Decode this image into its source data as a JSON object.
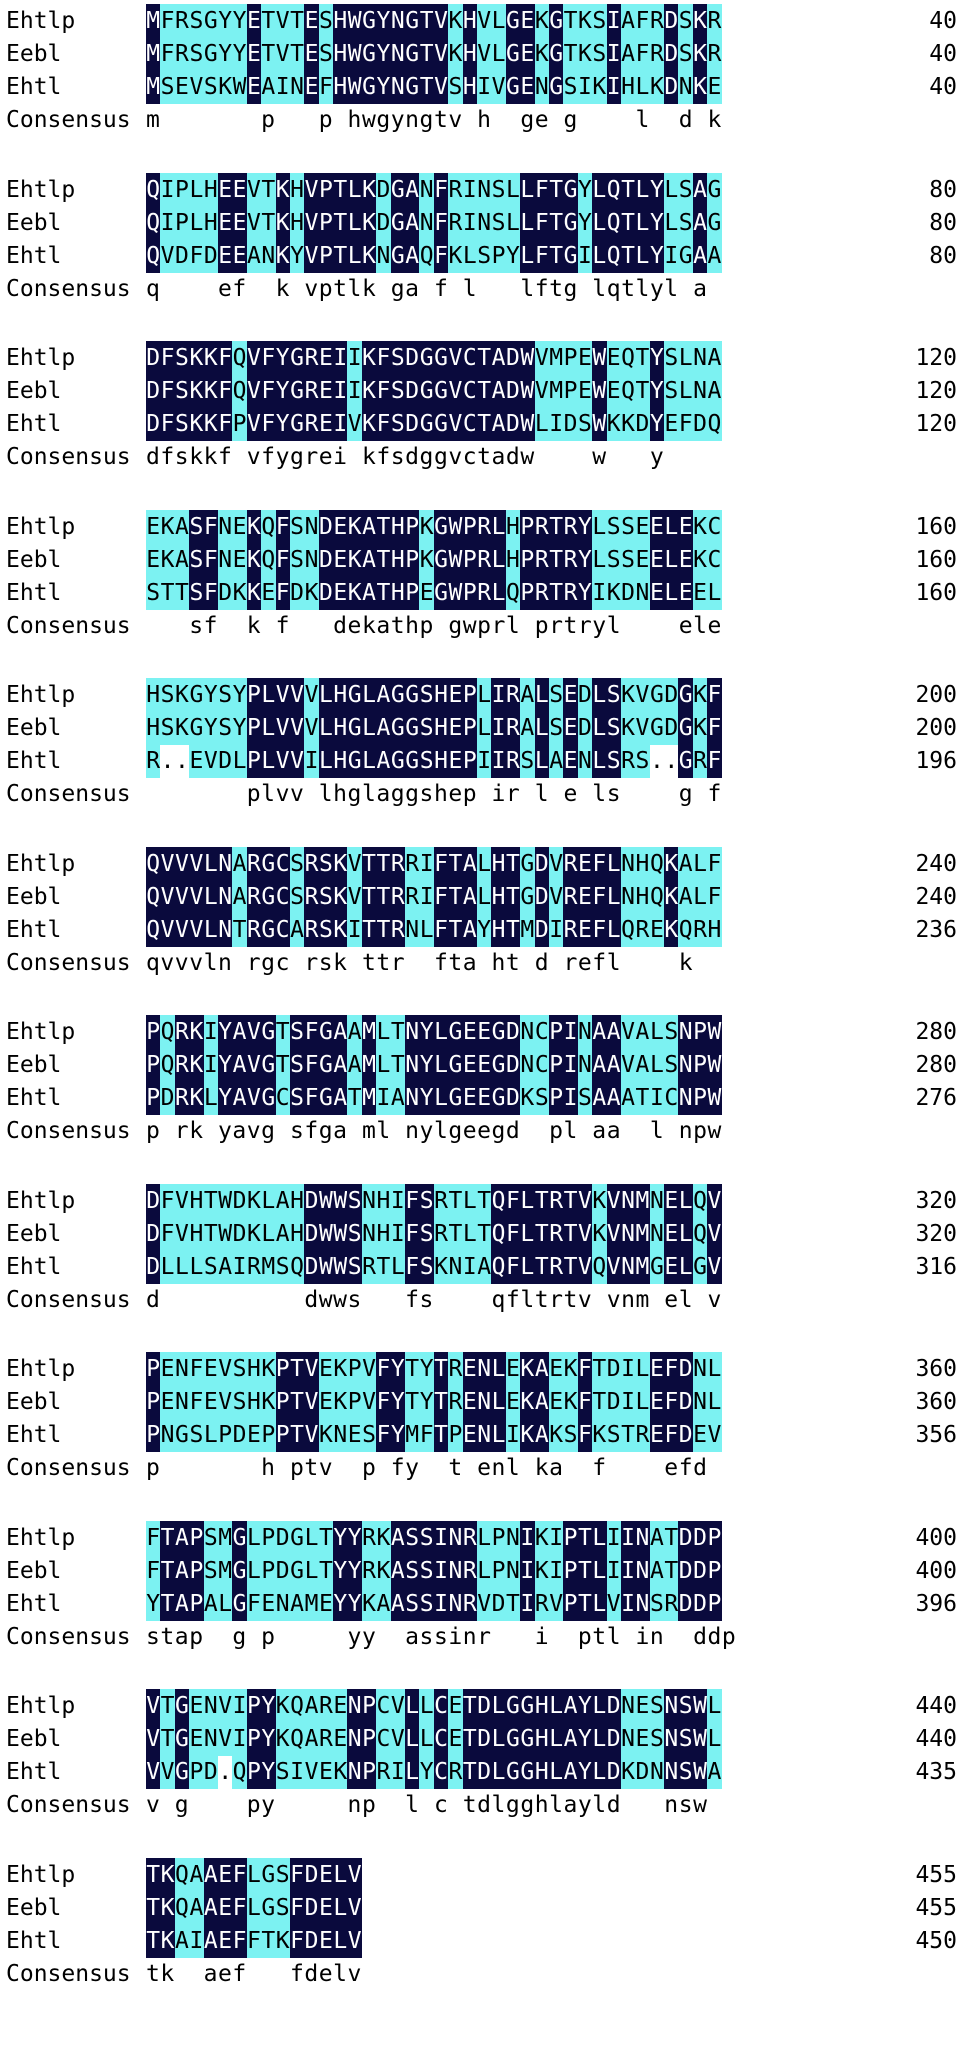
{
  "colors": {
    "identical": "#0a0a3d",
    "similar": "#7cf2f2",
    "background": "#ffffff"
  },
  "blocks": [
    {
      "rows": [
        {
          "name": "Ehtlp",
          "seq": "MFRSGYYETVTESHWGYNGTVKHVLGEKGTKSIAFRDSKR",
          "num": "40"
        },
        {
          "name": "Eebl",
          "seq": "MFRSGYYETVTESHWGYNGTVKHVLGEKGTKSIAFRDSKR",
          "num": "40"
        },
        {
          "name": "Ehtl",
          "seq": "MSEVSKWEAINEFHWGYNGTVSHIVGENGSIKIHLKDNKE",
          "num": "40"
        }
      ],
      "consensus": {
        "label": "Consensus",
        "seq": "m       p   p hwgyngtv h  ge g    l  d k "
      }
    },
    {
      "rows": [
        {
          "name": "Ehtlp",
          "seq": "QIPLHEEVTKHVPTLKDGANFRINSLLFTGYLQTLYLSAG",
          "num": "80"
        },
        {
          "name": "Eebl",
          "seq": "QIPLHEEVTKHVPTLKDGANFRINSLLFTGYLQTLYLSAG",
          "num": "80"
        },
        {
          "name": "Ehtl",
          "seq": "QVDFDEEANKYVPTLKNGAQFKLSPYLFTGILQTLYIGAA",
          "num": "80"
        }
      ],
      "consensus": {
        "label": "Consensus",
        "seq": "q    ef  k vptlk ga f l   lftg lqtlyl a "
      }
    },
    {
      "rows": [
        {
          "name": "Ehtlp",
          "seq": "DFSKKFQVFYGREIIKFSDGGVCTADWVMPEWEQTYSLNA",
          "num": "120"
        },
        {
          "name": "Eebl",
          "seq": "DFSKKFQVFYGREIIKFSDGGVCTADWVMPEWEQTYSLNA",
          "num": "120"
        },
        {
          "name": "Ehtl",
          "seq": "DFSKKFPVFYGREIVKFSDGGVCTADWLIDSWKKDYEFDQ",
          "num": "120"
        }
      ],
      "consensus": {
        "label": "Consensus",
        "seq": "dfskkf vfygrei kfsdggvctadw    w   y    "
      }
    },
    {
      "rows": [
        {
          "name": "Ehtlp",
          "seq": "EKASFNEKQFSNDEKATHPKGWPRLHPRTRYLSSEELEKC",
          "num": "160"
        },
        {
          "name": "Eebl",
          "seq": "EKASFNEKQFSNDEKATHPKGWPRLHPRTRYLSSEELEKC",
          "num": "160"
        },
        {
          "name": "Ehtl",
          "seq": "STTSFDKKEFDKDEKATHPEGWPRLQPRTRYIKDNELEEL",
          "num": "160"
        }
      ],
      "consensus": {
        "label": "Consensus",
        "seq": "   sf  k f   dekathp gwprl prtryl    ele  "
      }
    },
    {
      "rows": [
        {
          "name": "Ehtlp",
          "seq": "HSKGYSYPLVVVLHGLAGGSHEPLIRALSEDLSKVGDGKF",
          "num": "200"
        },
        {
          "name": "Eebl",
          "seq": "HSKGYSYPLVVVLHGLAGGSHEPLIRALSEDLSKVGDGKF",
          "num": "200"
        },
        {
          "name": "Ehtl",
          "seq": "R..EVDLPLVVILHGLAGGSHEPIIRSLAENLSRS..GRF",
          "num": "196"
        }
      ],
      "consensus": {
        "label": "Consensus",
        "seq": "       plvv lhglaggshep ir l e ls    g f"
      }
    },
    {
      "rows": [
        {
          "name": "Ehtlp",
          "seq": "QVVVLNARGCSRSKVTTRRIFTALHTGDVREFLNHQKALF",
          "num": "240"
        },
        {
          "name": "Eebl",
          "seq": "QVVVLNARGCSRSKVTTRRIFTALHTGDVREFLNHQKALF",
          "num": "240"
        },
        {
          "name": "Ehtl",
          "seq": "QVVVLNTRGCARSKITTRNLFTAYHTMDIREFLQREKQRH",
          "num": "236"
        }
      ],
      "consensus": {
        "label": "Consensus",
        "seq": "qvvvln rgc rsk ttr  fta ht d refl    k   "
      }
    },
    {
      "rows": [
        {
          "name": "Ehtlp",
          "seq": "PQRKIYAVGTSFGAAMLTNYLGEEGDNCPINAAVALSNPW",
          "num": "280"
        },
        {
          "name": "Eebl",
          "seq": "PQRKIYAVGTSFGAAMLTNYLGEEGDNCPINAAVALSNPW",
          "num": "280"
        },
        {
          "name": "Ehtl",
          "seq": "PDRKLYAVGCSFGATMIANYLGEEGDKSPISAAATICNPW",
          "num": "276"
        }
      ],
      "consensus": {
        "label": "Consensus",
        "seq": "p rk yavg sfga ml nylgeegd  pl aa  l npw"
      }
    },
    {
      "rows": [
        {
          "name": "Ehtlp",
          "seq": "DFVHTWDKLAHDWWSNHIFSRTLTQFLTRTVKVNMNELQV",
          "num": "320"
        },
        {
          "name": "Eebl",
          "seq": "DFVHTWDKLAHDWWSNHIFSRTLTQFLTRTVKVNMNELQV",
          "num": "320"
        },
        {
          "name": "Ehtl",
          "seq": "DLLLSAIRMSQDWWSRTLFSKNIAQFLTRTVQVNMGELGV",
          "num": "316"
        }
      ],
      "consensus": {
        "label": "Consensus",
        "seq": "d          dwws   fs    qfltrtv vnm el v"
      }
    },
    {
      "rows": [
        {
          "name": "Ehtlp",
          "seq": "PENFEVSHKPTVEKPVFYTYTRENLEKAEKFTDILEFDNL",
          "num": "360"
        },
        {
          "name": "Eebl",
          "seq": "PENFEVSHKPTVEKPVFYTYTRENLEKAEKFTDILEFDNL",
          "num": "360"
        },
        {
          "name": "Ehtl",
          "seq": "PNGSLPDEPPTVKNESFYMFTPENLIKAKSFKSTREFDEV",
          "num": "356"
        }
      ],
      "consensus": {
        "label": "Consensus",
        "seq": "p       h ptv  p fy  t enl ka  f    efd  "
      }
    },
    {
      "rows": [
        {
          "name": "Ehtlp",
          "seq": "FTAPSMGLPDGLTYYRKASSINRLPNIKIPTLIINATDDP",
          "num": "400"
        },
        {
          "name": "Eebl",
          "seq": "FTAPSMGLPDGLTYYRKASSINRLPNIKIPTLIINATDDP",
          "num": "400"
        },
        {
          "name": "Ehtl",
          "seq": "YTAPALGFENAMEYYKAASSINRVDTIRVPTLVINSRDDP",
          "num": "396"
        }
      ],
      "consensus": {
        "label": "Consensus",
        "seq": "stap  g p     yy  assinr   i  ptl in  ddp"
      }
    },
    {
      "rows": [
        {
          "name": "Ehtlp",
          "seq": "VTGENVIPYKQARENPCVLLCETDLGGHLAYLDNESNSWL",
          "num": "440"
        },
        {
          "name": "Eebl",
          "seq": "VTGENVIPYKQARENPCVLLCETDLGGHLAYLDNESNSWL",
          "num": "440"
        },
        {
          "name": "Ehtl",
          "seq": "VVGPD.QPYSIVEKNPRILYCRTDLGGHLAYLDKDNNSWA",
          "num": "435"
        }
      ],
      "consensus": {
        "label": "Consensus",
        "seq": "v g    py     np  l c tdlgghlayld   nsw "
      }
    },
    {
      "rows": [
        {
          "name": "Ehtlp",
          "seq": "TKQAAEFLGSFDELV",
          "num": "455"
        },
        {
          "name": "Eebl",
          "seq": "TKQAAEFLGSFDELV",
          "num": "455"
        },
        {
          "name": "Ehtl",
          "seq": "TKAIAEFFTKFDELV",
          "num": "450"
        }
      ],
      "consensus": {
        "label": "Consensus",
        "seq": "tk  aef   fdelv"
      }
    }
  ]
}
